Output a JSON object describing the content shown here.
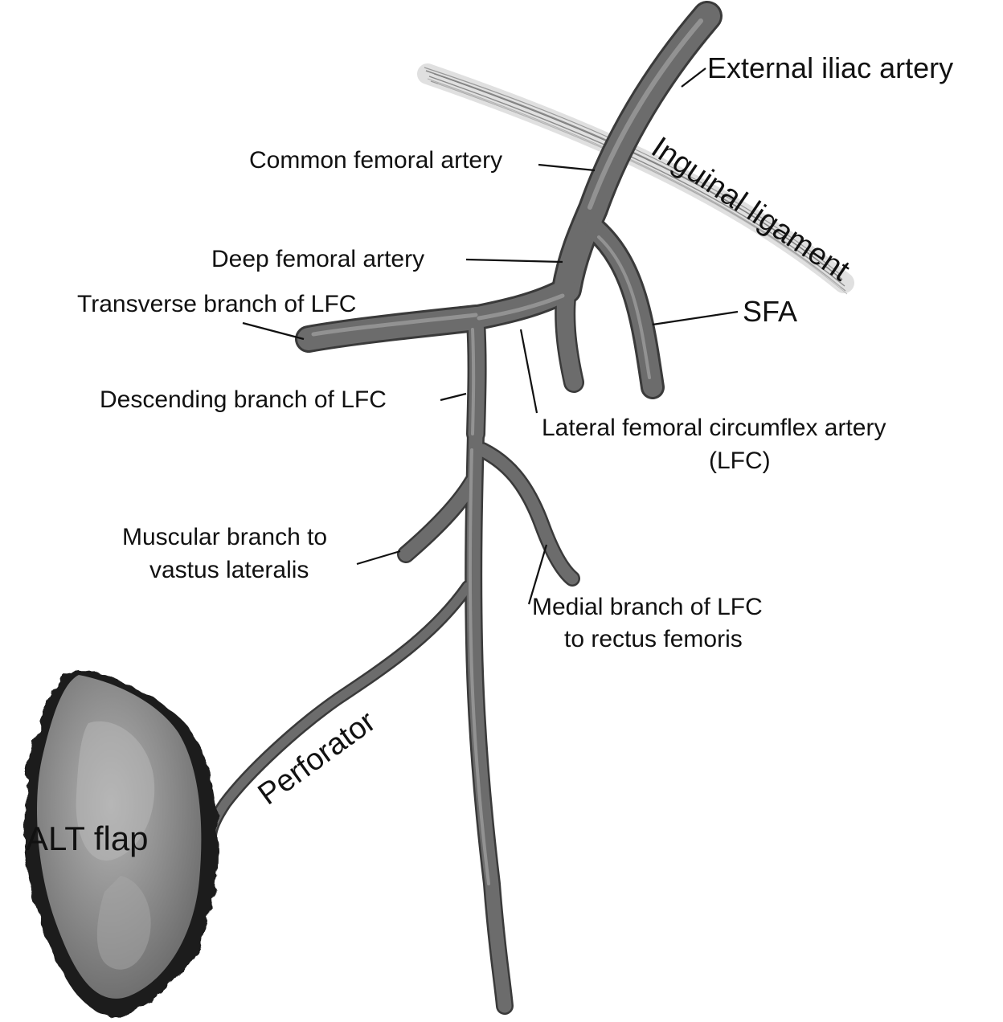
{
  "colors": {
    "background": "#ffffff",
    "vessel_fill": "#6a6a6a",
    "vessel_edge": "#3a3a3a",
    "vessel_highlight": "#9a9a9a",
    "ligament": "#9c9c9c",
    "flap_fill": "#8e8e8e",
    "flap_edge": "#222222",
    "text": "#111111"
  },
  "labels": {
    "external_iliac": "External iliac artery",
    "inguinal_ligament": "Inguinal ligament",
    "common_femoral": "Common femoral artery",
    "deep_femoral": "Deep femoral artery",
    "sfa": "SFA",
    "transverse_branch": "Transverse branch of LFC",
    "descending_branch": "Descending branch of LFC",
    "lfc_line1": "Lateral femoral circumflex artery",
    "lfc_line2": "(LFC)",
    "muscular_line1": "Muscular branch to",
    "muscular_line2": "vastus lateralis",
    "medial_line1": "Medial branch of LFC",
    "medial_line2": "to rectus femoris",
    "perforator": "Perforator",
    "alt_flap": "ALT flap"
  }
}
